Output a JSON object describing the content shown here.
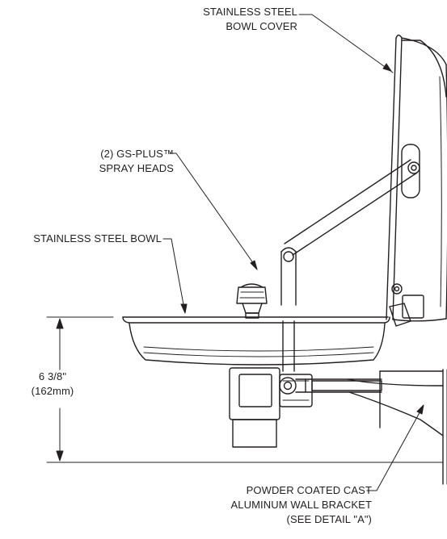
{
  "labels": {
    "bowl_cover": [
      "STAINLESS STEEL",
      "BOWL COVER"
    ],
    "spray_heads": [
      "(2) GS-PLUS™",
      "SPRAY HEADS"
    ],
    "bowl": [
      "STAINLESS STEEL BOWL"
    ],
    "dimension": [
      "6 3/8\"",
      "(162mm)"
    ],
    "wall_bracket": [
      "POWDER COATED CAST",
      "ALUMINUM WALL BRACKET",
      "(SEE DETAIL \"A\")"
    ]
  },
  "colors": {
    "line": "#231f20",
    "background": "#ffffff"
  }
}
